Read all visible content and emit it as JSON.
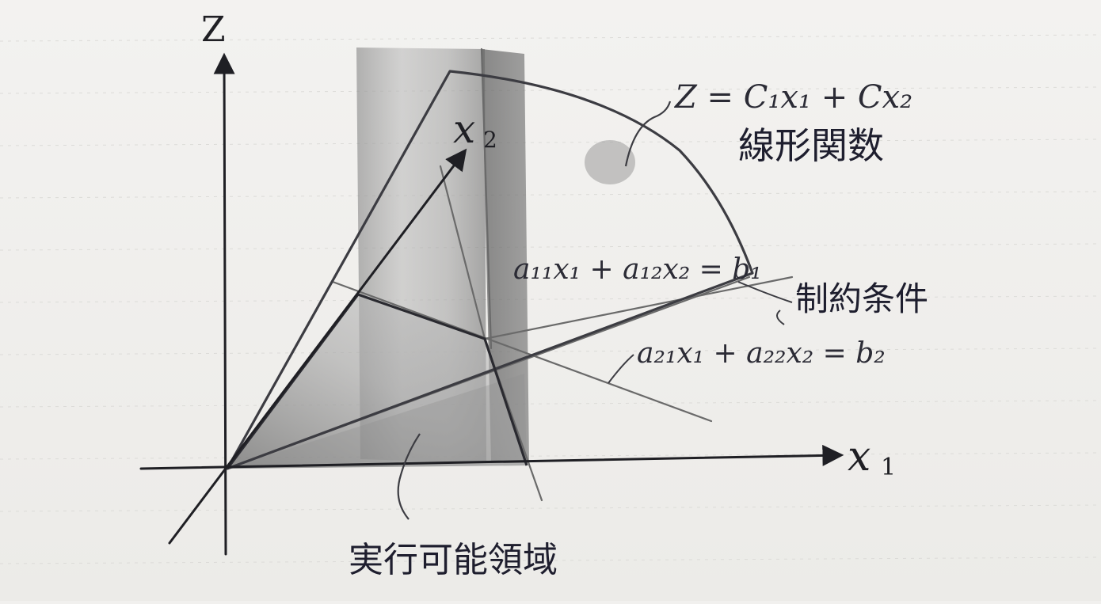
{
  "axes": {
    "z": "Z",
    "x1": "x",
    "x1_sub": "1",
    "x2": "x",
    "x2_sub": "2"
  },
  "objective": {
    "equation": "Z = C₁x₁ + Cx₂",
    "label": "線形関数"
  },
  "constraints": {
    "label": "制約条件",
    "c1": "a₁₁x₁ + a₁₂x₂ = b₁",
    "c2": "a₂₁x₁ + a₂₂x₂ = b₂"
  },
  "region": {
    "label": "実行可能領域"
  },
  "colors": {
    "paper": "#f1f0ee",
    "ink": "#1f1f24",
    "pencil": "#5a5a5a",
    "shade": "#8c8c8c"
  }
}
